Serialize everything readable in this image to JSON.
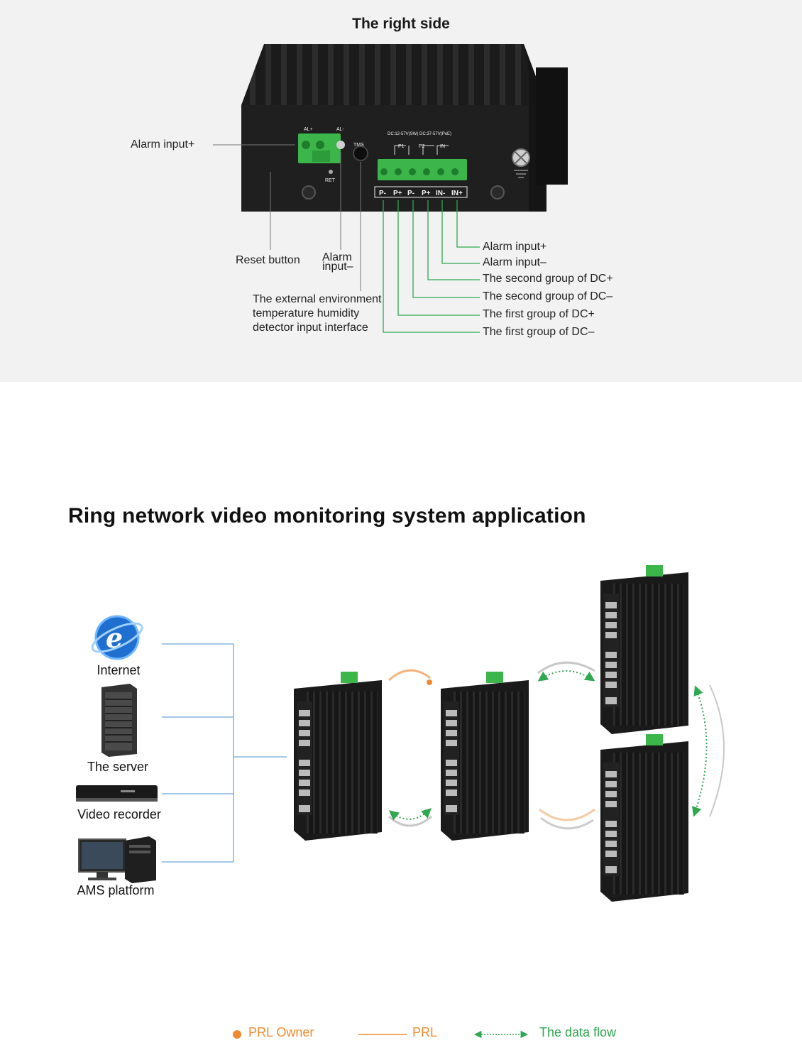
{
  "side_panel": {
    "title": "The right side",
    "device_marks": {
      "al_plus": "AL+",
      "al_minus": "AL-",
      "tms": "TMS",
      "ret": "RET",
      "voltage": "DC:12-57V(SW) DC:37-57V(PoE)",
      "p1": "P1",
      "p2": "P2",
      "in": "IN",
      "pins": [
        "P-",
        "P+",
        "P-",
        "P+",
        "IN-",
        "IN+"
      ]
    },
    "labels": {
      "alarm_input_plus_left": "Alarm input+",
      "reset_button": "Reset button",
      "alarm_input_minus_left_1": "Alarm",
      "alarm_input_minus_left_2": "input–",
      "ext_env_1": "The external environment",
      "ext_env_2": "temperature humidity",
      "ext_env_3": "detector input interface",
      "right": [
        "Alarm input+",
        "Alarm input–",
        "The second group of DC+",
        "The second group of DC–",
        "The first group of DC+",
        "The first group of DC–"
      ]
    }
  },
  "ring_section": {
    "title": "Ring network video monitoring system application",
    "devices": [
      "Internet",
      "The server",
      "Video recorder",
      "AMS platform"
    ]
  },
  "legend": {
    "owner": "PRL Owner",
    "prl": "PRL",
    "flow": "The data flow"
  },
  "colors": {
    "orange": "#f08a2e",
    "green": "#2fa84f",
    "blue_line": "#4a8fd0",
    "terminal_green": "#39b54a",
    "device_black": "#1c1c1c"
  }
}
